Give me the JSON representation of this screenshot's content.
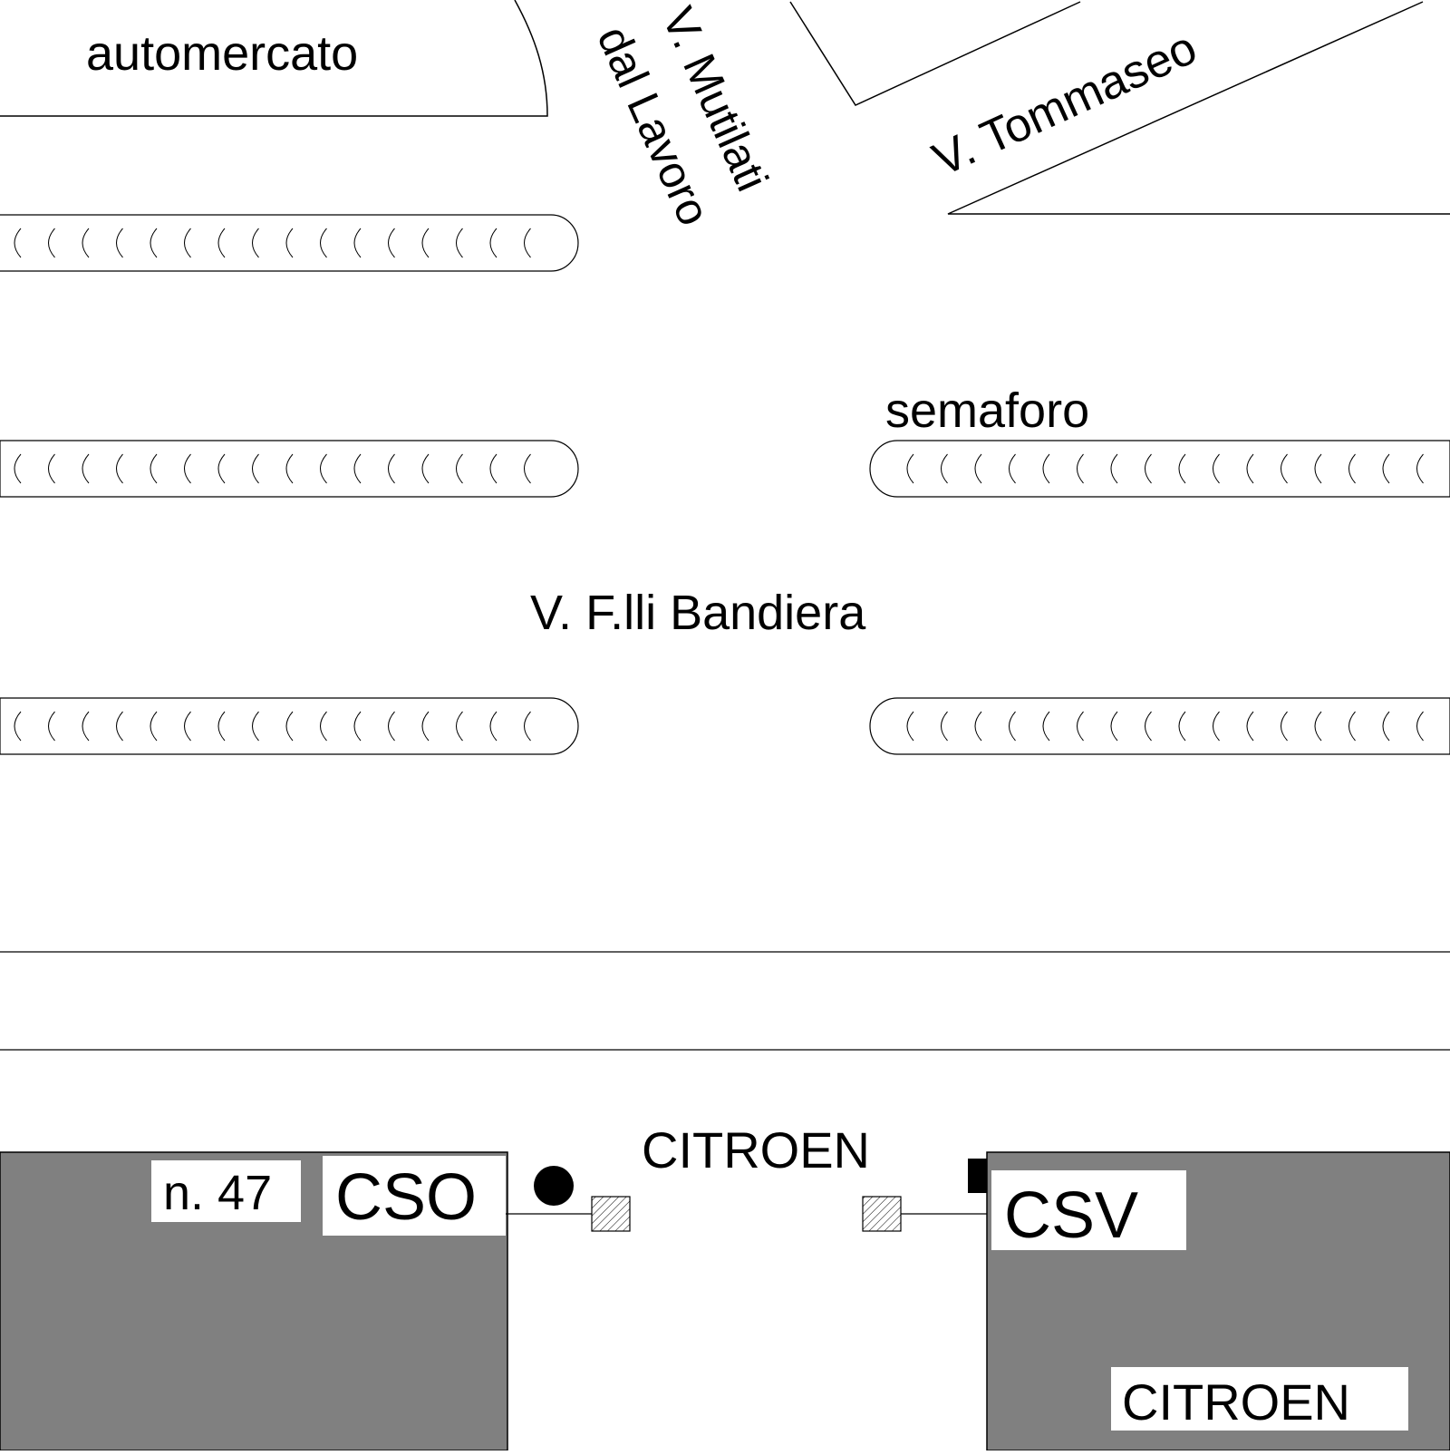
{
  "labels": {
    "automercato": "automercato",
    "via_mutilati_line1": "V. Mutilati",
    "via_mutilati_line2": "dal Lavoro",
    "via_tommaseo": "V. Tommaseo",
    "semaforo": "semaforo",
    "via_bandiera": "V. F.lli Bandiera",
    "citroen_top": "CITROEN",
    "house_number": "n. 47",
    "cso": "CSO",
    "csv": "CSV",
    "citroen_building": "CITROEN"
  },
  "colors": {
    "building_fill": "#808080",
    "line": "#000000",
    "background": "#ffffff"
  },
  "icons": {
    "marker_round": "filled-circle-icon",
    "marker_square": "filled-square-icon",
    "hatched_box": "hatched-square-icon"
  }
}
